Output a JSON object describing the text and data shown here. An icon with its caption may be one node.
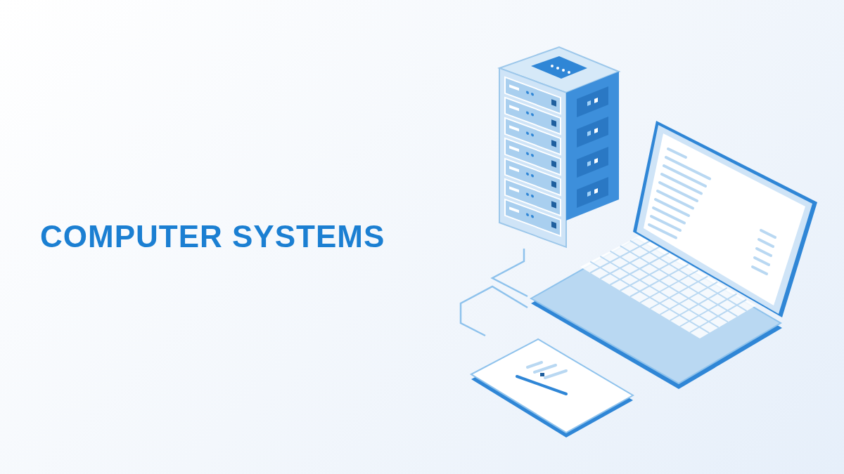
{
  "diagram": {
    "title": "COMPUTER SYSTEMS",
    "nodes": [
      {
        "text": [],
        "shape": "picture"
      },
      {
        "text": [],
        "shape": "picture"
      },
      {
        "text": [],
        "shape": "picture"
      }
    ],
    "edges": [
      {
        "from": 0,
        "to": 1,
        "arrow": "none"
      },
      {
        "from": 2,
        "to": 1,
        "arrow": "none"
      }
    ]
  }
}
